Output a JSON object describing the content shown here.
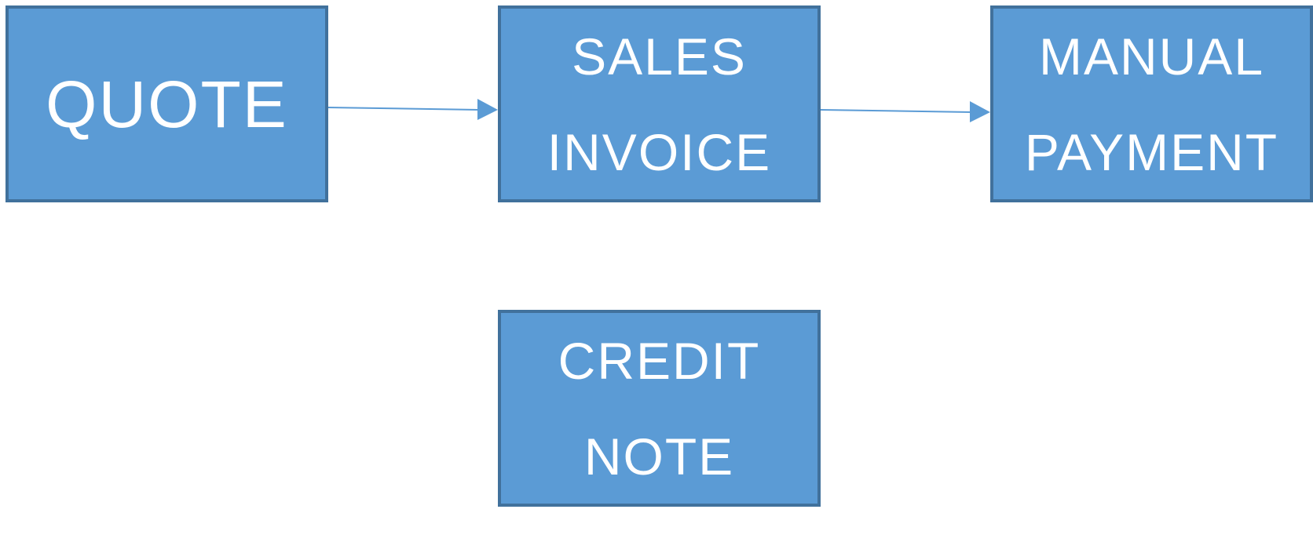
{
  "diagram": {
    "colors": {
      "node_fill": "#5b9bd5",
      "node_border": "#41719c",
      "node_text": "#ffffff",
      "arrow": "#5b9bd5"
    },
    "nodes": {
      "quote": {
        "lines": [
          "QUOTE"
        ]
      },
      "sales_invoice": {
        "lines": [
          "SALES",
          "INVOICE"
        ]
      },
      "manual_payment": {
        "lines": [
          "MANUAL",
          "PAYMENT"
        ]
      },
      "credit_note": {
        "lines": [
          "CREDIT",
          "NOTE"
        ]
      }
    },
    "edges": [
      {
        "from": "quote",
        "to": "sales_invoice"
      },
      {
        "from": "sales_invoice",
        "to": "manual_payment"
      }
    ]
  }
}
